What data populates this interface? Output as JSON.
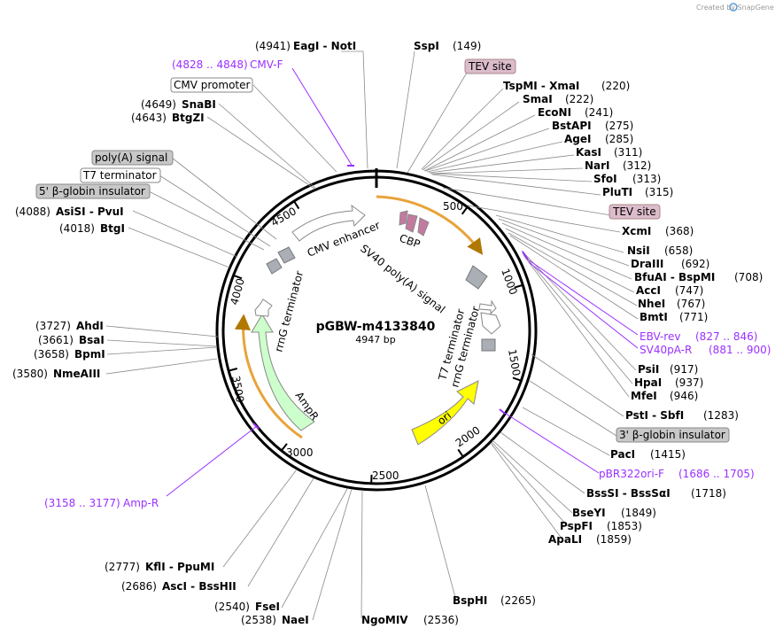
{
  "credit": "Created by SnapGene",
  "plasmid": {
    "name": "pGBW-m4133840",
    "length_label": "4947 bp"
  },
  "ticks": [
    "500",
    "1000",
    "1500",
    "2000",
    "2500",
    "3000",
    "3500",
    "4000",
    "4500"
  ],
  "features": {
    "cmv_enhancer": "CMV enhancer",
    "cbp": "CBP",
    "sv40": "SV40 poly(A) signal",
    "t7": "T7 terminator",
    "rrng_right": "rrnG terminator",
    "ori": "ori",
    "ampr": "AmpR",
    "rrng_left": "rrnG terminator"
  },
  "boxed_labels": {
    "tev1": "TEV site",
    "tev2": "TEV site",
    "cmv_promoter": "CMV promoter",
    "polya": "poly(A) signal",
    "t7term": "T7 terminator",
    "globin5": "5' β-globin insulator",
    "globin3": "3' β-globin insulator"
  },
  "sites": {
    "eagi": {
      "pos": "(4941)",
      "name": "EagI  -  NotI"
    },
    "sspi": {
      "name": "SspI",
      "pos": "(149)"
    },
    "tspmi": {
      "name": "TspMI  -  XmaI",
      "pos": "(220)"
    },
    "smai": {
      "name": "SmaI",
      "pos": "(222)"
    },
    "econi": {
      "name": "EcoNI",
      "pos": "(241)"
    },
    "bstapi": {
      "name": "BstAPI",
      "pos": "(275)"
    },
    "agei": {
      "name": "AgeI",
      "pos": "(285)"
    },
    "kasi": {
      "name": "KasI",
      "pos": "(311)"
    },
    "nari": {
      "name": "NarI",
      "pos": "(312)"
    },
    "sfoi": {
      "name": "SfoI",
      "pos": "(313)"
    },
    "pluti": {
      "name": "PluTI",
      "pos": "(315)"
    },
    "xcmi": {
      "name": "XcmI",
      "pos": "(368)"
    },
    "nsii": {
      "name": "NsiI",
      "pos": "(658)"
    },
    "draiii": {
      "name": "DraIII",
      "pos": "(692)"
    },
    "bfuai": {
      "name": "BfuAI  -  BspMI",
      "pos": "(708)"
    },
    "acci": {
      "name": "AccI",
      "pos": "(747)"
    },
    "nhei": {
      "name": "NheI",
      "pos": "(767)"
    },
    "bmti": {
      "name": "BmtI",
      "pos": "(771)"
    },
    "psii": {
      "name": "PsiI",
      "pos": "(917)"
    },
    "hpai": {
      "name": "HpaI",
      "pos": "(937)"
    },
    "mfei": {
      "name": "MfeI",
      "pos": "(946)"
    },
    "psti": {
      "name": "PstI  -  SbfI",
      "pos": "(1283)"
    },
    "paci": {
      "name": "PacI",
      "pos": "(1415)"
    },
    "bsssi": {
      "name": "BssSI  -  BssSαI",
      "pos": "(1718)"
    },
    "bseyi": {
      "name": "BseYI",
      "pos": "(1849)"
    },
    "pspfi": {
      "name": "PspFI",
      "pos": "(1853)"
    },
    "apali": {
      "name": "ApaLI",
      "pos": "(1859)"
    },
    "bsphi": {
      "name": "BspHI",
      "pos": "(2265)"
    },
    "ngomiv": {
      "name": "NgoMIV",
      "pos": "(2536)"
    },
    "naei": {
      "pos": "(2538)",
      "name": "NaeI"
    },
    "fsei": {
      "pos": "(2540)",
      "name": "FseI"
    },
    "asci": {
      "pos": "(2686)",
      "name": "AscI  -  BssHII"
    },
    "kfli": {
      "pos": "(2777)",
      "name": "KflI  -  PpuMI"
    },
    "nmeaiii": {
      "pos": "(3580)",
      "name": "NmeAIII"
    },
    "bpmi": {
      "pos": "(3658)",
      "name": "BpmI"
    },
    "bsai": {
      "pos": "(3661)",
      "name": "BsaI"
    },
    "ahdi": {
      "pos": "(3727)",
      "name": "AhdI"
    },
    "btgi": {
      "pos": "(4018)",
      "name": "BtgI"
    },
    "asisi": {
      "pos": "(4088)",
      "name": "AsiSI  -  PvuI"
    },
    "btgzi": {
      "pos": "(4643)",
      "name": "BtgZI"
    },
    "snabi": {
      "pos": "(4649)",
      "name": "SnaBI"
    }
  },
  "primers": {
    "cmvf": {
      "range": "(4828 .. 4848)",
      "name": "CMV-F"
    },
    "ebv": {
      "name": "EBV-rev",
      "range": "(827 .. 846)"
    },
    "sv40pa": {
      "name": "SV40pA-R",
      "range": "(881 .. 900)"
    },
    "pbr": {
      "name": "pBR322ori-F",
      "range": "(1686 .. 1705)"
    },
    "ampr": {
      "range": "(3158 .. 3177)",
      "name": "Amp-R"
    }
  },
  "colors": {
    "tev_box": "#dcbccb",
    "gray_box": "#c8c8c8",
    "cbp": "#c47aa0",
    "ampr": "#ccffcc",
    "ori": "#ffff00",
    "orange": "#e8a33a",
    "primer": "#9b30ff"
  }
}
